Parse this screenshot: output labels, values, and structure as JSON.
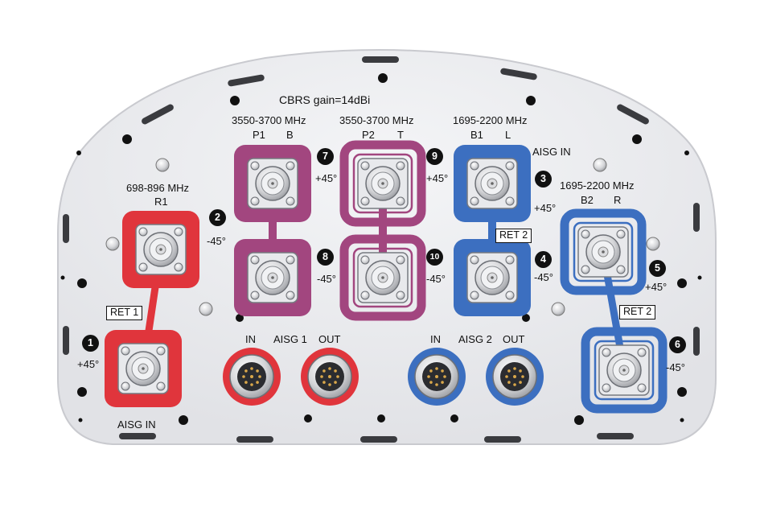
{
  "title": "CBRS gain=14dBi",
  "colors": {
    "red": "#e0353c",
    "magenta": "#a2467f",
    "blue": "#3c6fc0",
    "panel": "#e9eaed"
  },
  "groups": {
    "r1": {
      "freq": "698-896 MHz",
      "ports": "R1",
      "aisg": "AISG  IN",
      "ret": "RET 1"
    },
    "p1": {
      "freq": "3550-3700 MHz",
      "col1": "P1",
      "col2": "B"
    },
    "p2": {
      "freq": "3550-3700 MHz",
      "col1": "P2",
      "col2": "T"
    },
    "b1": {
      "freq": "1695-2200 MHz",
      "col1": "B1",
      "col2": "L",
      "aisg": "AISG  IN",
      "ret": "RET 2"
    },
    "b2": {
      "freq": "1695-2200 MHz",
      "col1": "B2",
      "col2": "R",
      "ret": "RET 2"
    }
  },
  "ports": [
    {
      "id": "1",
      "pol": "+45°"
    },
    {
      "id": "2",
      "pol": "-45°"
    },
    {
      "id": "3",
      "pol": "+45°"
    },
    {
      "id": "4",
      "pol": "-45°"
    },
    {
      "id": "5",
      "pol": "+45°"
    },
    {
      "id": "6",
      "pol": "-45°"
    },
    {
      "id": "7",
      "pol": "+45°"
    },
    {
      "id": "8",
      "pol": "-45°"
    },
    {
      "id": "9",
      "pol": "+45°"
    },
    {
      "id": "10",
      "pol": "-45°"
    }
  ],
  "aisg1": {
    "in": "IN",
    "name": "AISG 1",
    "out": "OUT"
  },
  "aisg2": {
    "in": "IN",
    "name": "AISG 2",
    "out": "OUT"
  }
}
